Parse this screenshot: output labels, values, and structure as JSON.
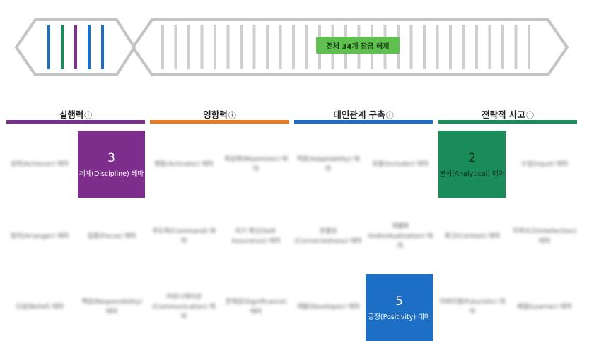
{
  "header": {
    "unlock_label": "전체 34개 잠금 해제",
    "colors": {
      "executing": "#7d2d8b",
      "influencing": "#ea7a20",
      "relationship": "#1c6fc5",
      "strategic": "#1a8c5a",
      "locked_stripe": "#cfcfcf",
      "unlock_badge": "#5fbf4f"
    },
    "unlocked_stripes": [
      "relationship",
      "strategic",
      "executing",
      "relationship",
      "relationship"
    ]
  },
  "categories": [
    {
      "label": "실행력",
      "info": "ⓘ",
      "color": "#7d2d8b"
    },
    {
      "label": "영향력",
      "info": "ⓘ",
      "color": "#ea7a20"
    },
    {
      "label": "대인관계 구축",
      "info": "ⓘ",
      "color": "#1c6fc5"
    },
    {
      "label": "전략적 사고",
      "info": "ⓘ",
      "color": "#1a8c5a"
    }
  ],
  "themes": {
    "discipline": {
      "rank": "3",
      "name": "체계(Discipline) 테마",
      "color": "#7d2d8b"
    },
    "analytical": {
      "rank": "2",
      "name": "분석(Analytical) 테마",
      "color": "#1a8c5a"
    },
    "positivity": {
      "rank": "5",
      "name": "긍정(Positivity) 테마",
      "color": "#1c6fc5"
    }
  },
  "locked": {
    "r1c1": "성취(Achiever) 테마",
    "r1c3": "행동(Activator) 테마",
    "r1c4": "최상화(Maximizer) 테마",
    "r1c5": "적응(Adaptability) 테마",
    "r1c6": "포용(Includer) 테마",
    "r1c8": "수집(Input) 테마",
    "r2c1": "정리(Arranger) 테마",
    "r2c2": "집중(Focus) 테마",
    "r2c3": "주도력(Command) 테마",
    "r2c4": "자기 확신(Self-Assurance) 테마",
    "r2c5": "연결성(Connectedness) 테마",
    "r2c6": "개별화(Individualization) 테마",
    "r2c7": "회고(Context) 테마",
    "r2c8": "지적사고(Intellection) 테마",
    "r3c1": "신념(Belief) 테마",
    "r3c2": "책임(Responsibility) 테마",
    "r3c3": "커뮤니케이션(Communication) 테마",
    "r3c4": "존재감(Significance) 테마",
    "r3c5": "개발(Developer) 테마",
    "r3c7": "미래지향(Futuristic) 테마",
    "r3c8": "배움(Learner) 테마"
  }
}
